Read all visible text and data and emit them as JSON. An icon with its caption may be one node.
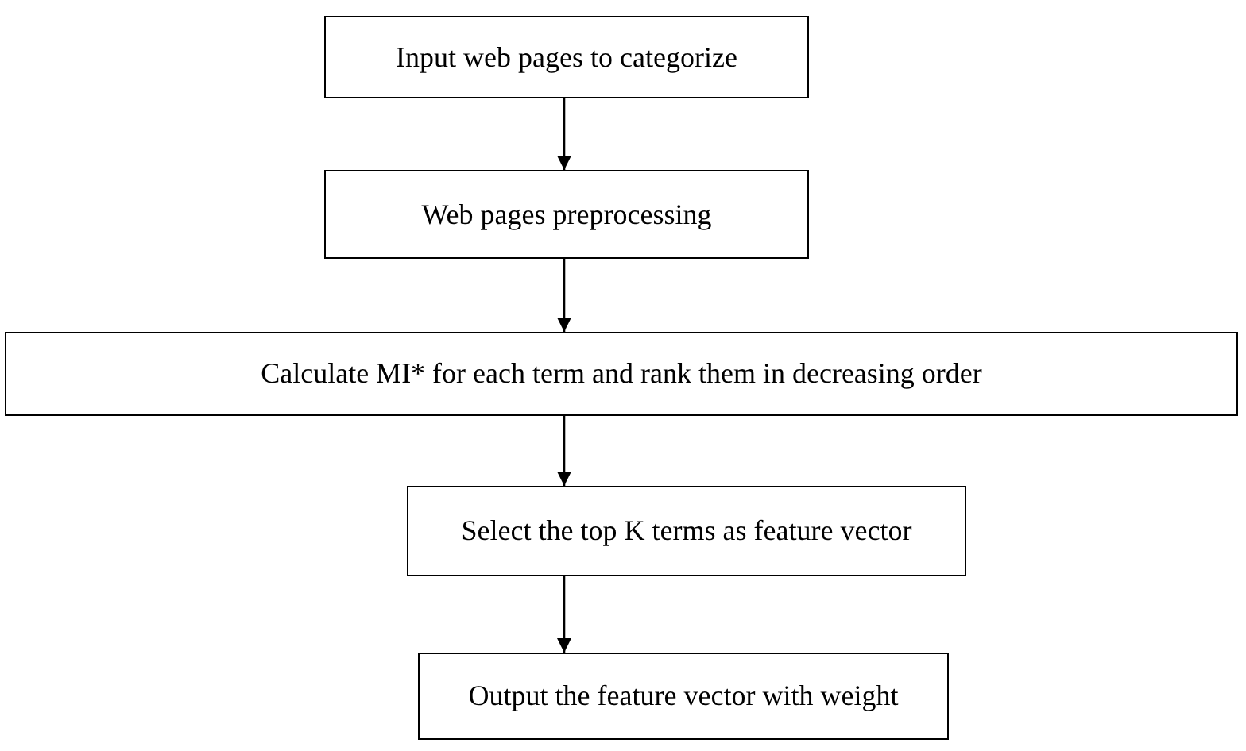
{
  "diagram": {
    "nodes": [
      {
        "text": [
          "Input web pages to categorize"
        ]
      },
      {
        "text": [
          "Web pages preprocessing"
        ]
      },
      {
        "text": [
          "Calculate MI* for each term and rank them in decreasing order"
        ]
      },
      {
        "text": [
          "Select the top K terms as feature vector"
        ]
      },
      {
        "text": [
          "Output the feature vector with weight"
        ]
      }
    ],
    "edges": [
      {
        "from": 0,
        "to": 1,
        "arrow": "to"
      },
      {
        "from": 1,
        "to": 2,
        "arrow": "to"
      },
      {
        "from": 2,
        "to": 3,
        "arrow": "to"
      },
      {
        "from": 3,
        "to": 4,
        "arrow": "to"
      }
    ]
  }
}
